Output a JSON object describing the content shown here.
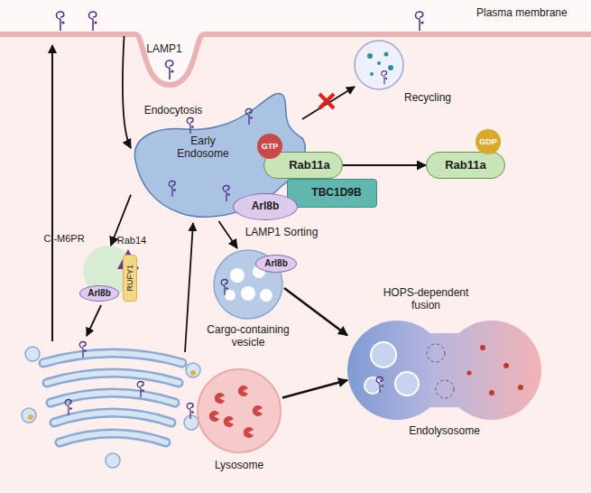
{
  "diagram": {
    "nodes": [
      {
        "text": [
          "Plasma membrane"
        ]
      },
      {
        "text": [
          "Early Endosome"
        ]
      },
      {
        "text": [
          "GTP"
        ]
      },
      {
        "text": [
          "Rab11a"
        ]
      },
      {
        "text": [
          "TBC1D9B"
        ]
      },
      {
        "text": [
          "Arl8b"
        ]
      },
      {
        "text": [
          "GDP"
        ]
      },
      {
        "text": [
          "Rab11a"
        ]
      },
      {
        "text": [
          "CI-M6PR"
        ]
      },
      {
        "text": [
          "Rab14"
        ],
        "in": 8
      },
      {
        "text": [
          "Arl8b"
        ],
        "in": 8
      },
      {
        "text": [
          "RUFY1"
        ],
        "in": 8
      },
      {
        "text": [
          "Cargo-containing vesicle"
        ]
      },
      {
        "text": [
          "Arl8b"
        ],
        "in": 12
      },
      {
        "text": [
          "Lysosome"
        ]
      },
      {
        "text": [
          "Endolysosome"
        ]
      }
    ],
    "edges": [
      {
        "from": 0,
        "to": 1,
        "label": "Endocytosis",
        "arrow": "to"
      },
      {
        "from": 3,
        "to": 7,
        "arrow": "to"
      },
      {
        "from": 1,
        "to": 8,
        "arrow": "to"
      },
      {
        "from": 1,
        "to": 12,
        "label": "LAMP1 Sorting",
        "arrow": "to"
      },
      {
        "from": 12,
        "to": 15,
        "arrow": "to"
      },
      {
        "from": 14,
        "to": 15,
        "arrow": "to"
      }
    ],
    "labels": [
      "LAMP1",
      "Recycling",
      "HOPS-dependent fusion"
    ]
  }
}
